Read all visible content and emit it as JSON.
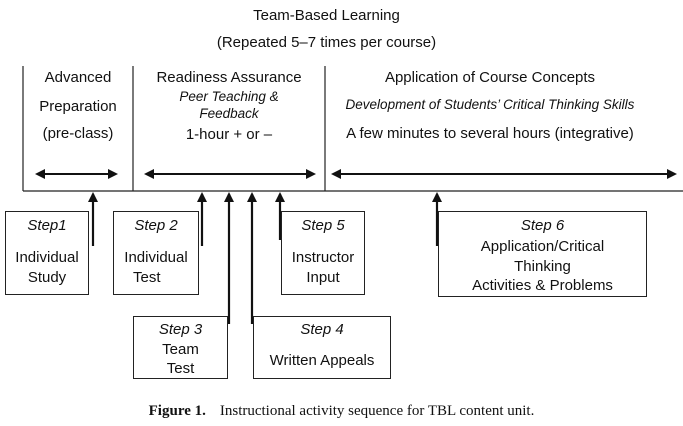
{
  "title": "Team-Based Learning",
  "subtitle": "(Repeated 5–7 times per course)",
  "phases": {
    "advanced": {
      "line1": "Advanced",
      "line2": "Preparation",
      "line3": "(pre-class)"
    },
    "readiness": {
      "title": "Readiness Assurance",
      "sub1": "Peer Teaching &",
      "sub2": "Feedback",
      "detail": "1-hour + or –"
    },
    "application": {
      "title": "Application of Course Concepts",
      "sub": "Development of Students’ Critical Thinking Skills",
      "detail": "A few minutes to several hours (integrative)"
    }
  },
  "steps": [
    {
      "label": "Step1",
      "lines": [
        "Individual",
        "Study"
      ]
    },
    {
      "label": "Step 2",
      "lines": [
        "Individual",
        "Test"
      ]
    },
    {
      "label": "Step 3",
      "lines": [
        "Team",
        "Test"
      ]
    },
    {
      "label": "Step 4",
      "lines": [
        "Written Appeals"
      ]
    },
    {
      "label": "Step 5",
      "lines": [
        "Instructor",
        "Input"
      ]
    },
    {
      "label": "Step 6",
      "lines": [
        "Application/Critical",
        "Thinking",
        "Activities & Problems"
      ]
    }
  ],
  "caption": {
    "figure": "Figure 1.",
    "text": "Instructional activity sequence for TBL content unit."
  }
}
